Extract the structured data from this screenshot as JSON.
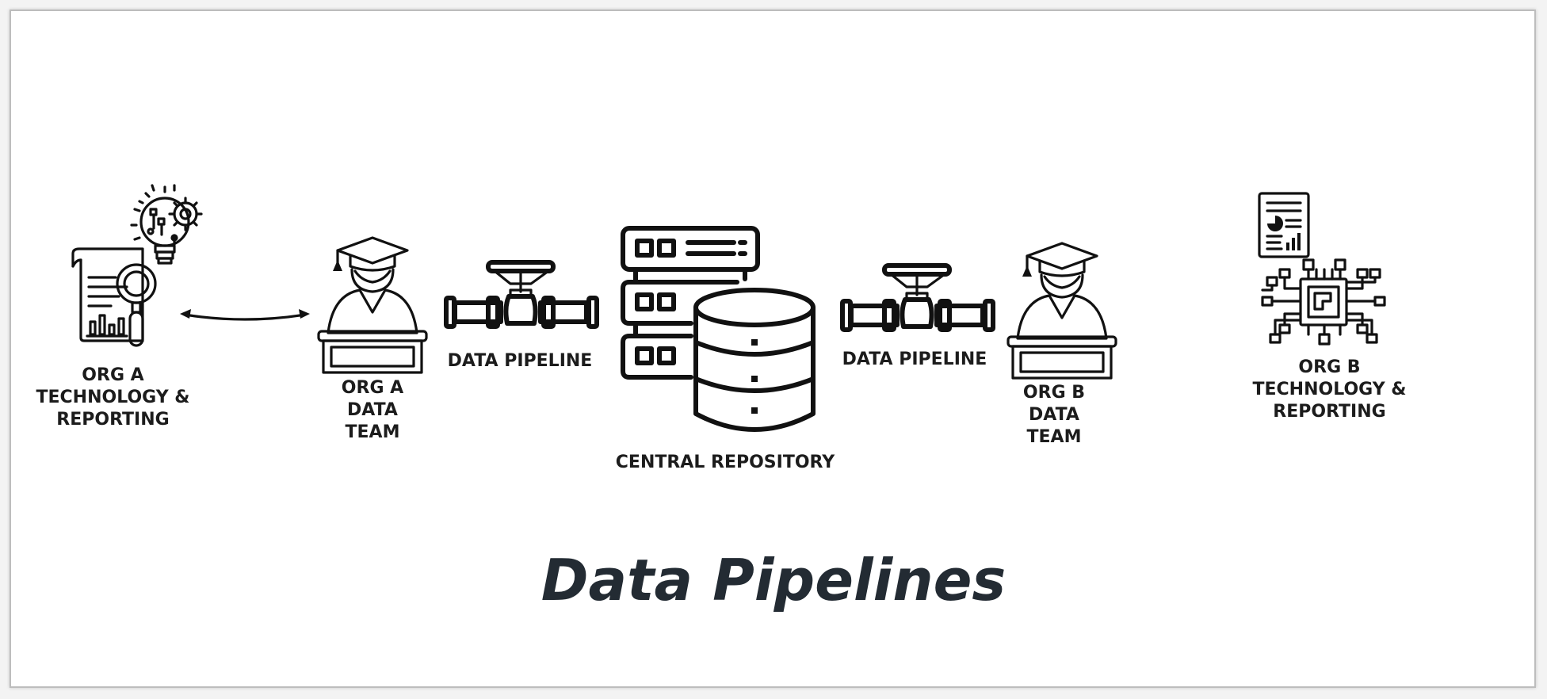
{
  "nodes": {
    "org_a_tech": {
      "label": "ORG A\nTECHNOLOGY &\nREPORTING"
    },
    "org_a_team": {
      "label": "ORG A\nDATA\nTEAM"
    },
    "pipeline_1": {
      "label": "DATA PIPELINE"
    },
    "central_repo": {
      "label": "CENTRAL REPOSITORY"
    },
    "pipeline_2": {
      "label": "DATA PIPELINE"
    },
    "org_b_team": {
      "label": "ORG B\nDATA\nTEAM"
    },
    "org_b_tech": {
      "label": "ORG B\nTECHNOLOGY &\nREPORTING"
    }
  },
  "edges": [
    {
      "from": "org_a_tech",
      "to": "org_a_team",
      "style": "double-arrow"
    }
  ],
  "title": "Data Pipelines",
  "colors": {
    "ink": "#111111",
    "title": "#232b33",
    "background": "#ffffff",
    "border": "#bdbdbd"
  },
  "icons": {
    "org_a_tech": "report-magnifier-lightbulb-icon",
    "org_a_team": "graduate-at-desk-icon",
    "pipeline": "pipe-valve-icon",
    "central_repo": "server-database-icon",
    "org_b_team": "graduate-at-desk-icon",
    "org_b_tech": "report-circuit-chip-icon"
  }
}
